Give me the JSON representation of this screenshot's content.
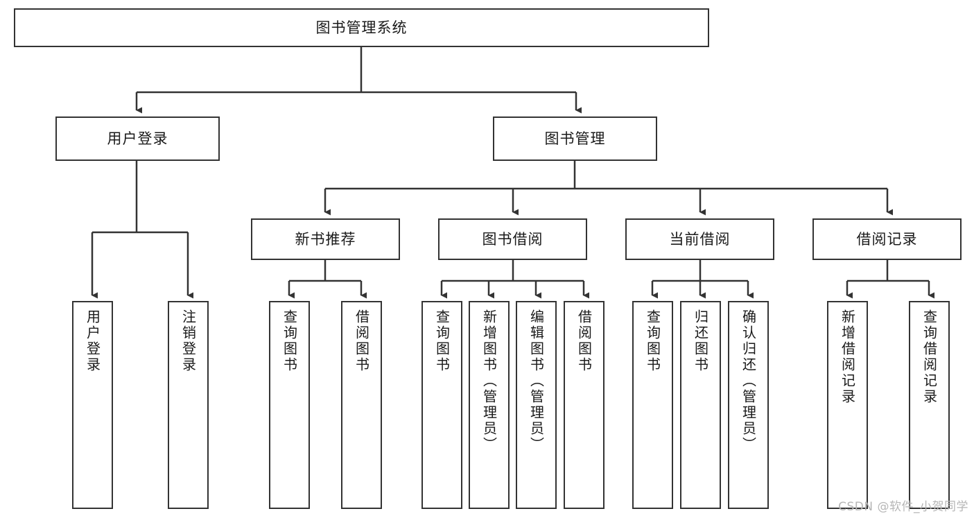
{
  "diagram": {
    "title": "图书管理系统",
    "watermark": "CSDN @软件_小贺同学",
    "colors": {
      "box_border": "#333333",
      "box_fill": "#ffffff",
      "connector": "#333333",
      "text": "#1a1a1a",
      "watermark": "#b6b6b6",
      "canvas": "#ffffff"
    },
    "root": {
      "label": "图书管理系统"
    },
    "level1": [
      {
        "label": "用户登录"
      },
      {
        "label": "图书管理"
      }
    ],
    "level2": [
      {
        "label": "新书推荐"
      },
      {
        "label": "图书借阅"
      },
      {
        "label": "当前借阅"
      },
      {
        "label": "借阅记录"
      }
    ],
    "leaves": {
      "user_login": [
        {
          "label": "用户登录"
        },
        {
          "label": "注销登录"
        }
      ],
      "new_book_recommend": [
        {
          "label": "查询图书"
        },
        {
          "label": "借阅图书"
        }
      ],
      "book_borrow": [
        {
          "label": "查询图书"
        },
        {
          "label": "新增图书（管理员）"
        },
        {
          "label": "编辑图书（管理员）"
        },
        {
          "label": "借阅图书"
        }
      ],
      "current_borrow": [
        {
          "label": "查询图书"
        },
        {
          "label": "归还图书"
        },
        {
          "label": "确认归还（管理员）"
        }
      ],
      "borrow_record": [
        {
          "label": "新增借阅记录"
        },
        {
          "label": "查询借阅记录"
        }
      ]
    }
  }
}
